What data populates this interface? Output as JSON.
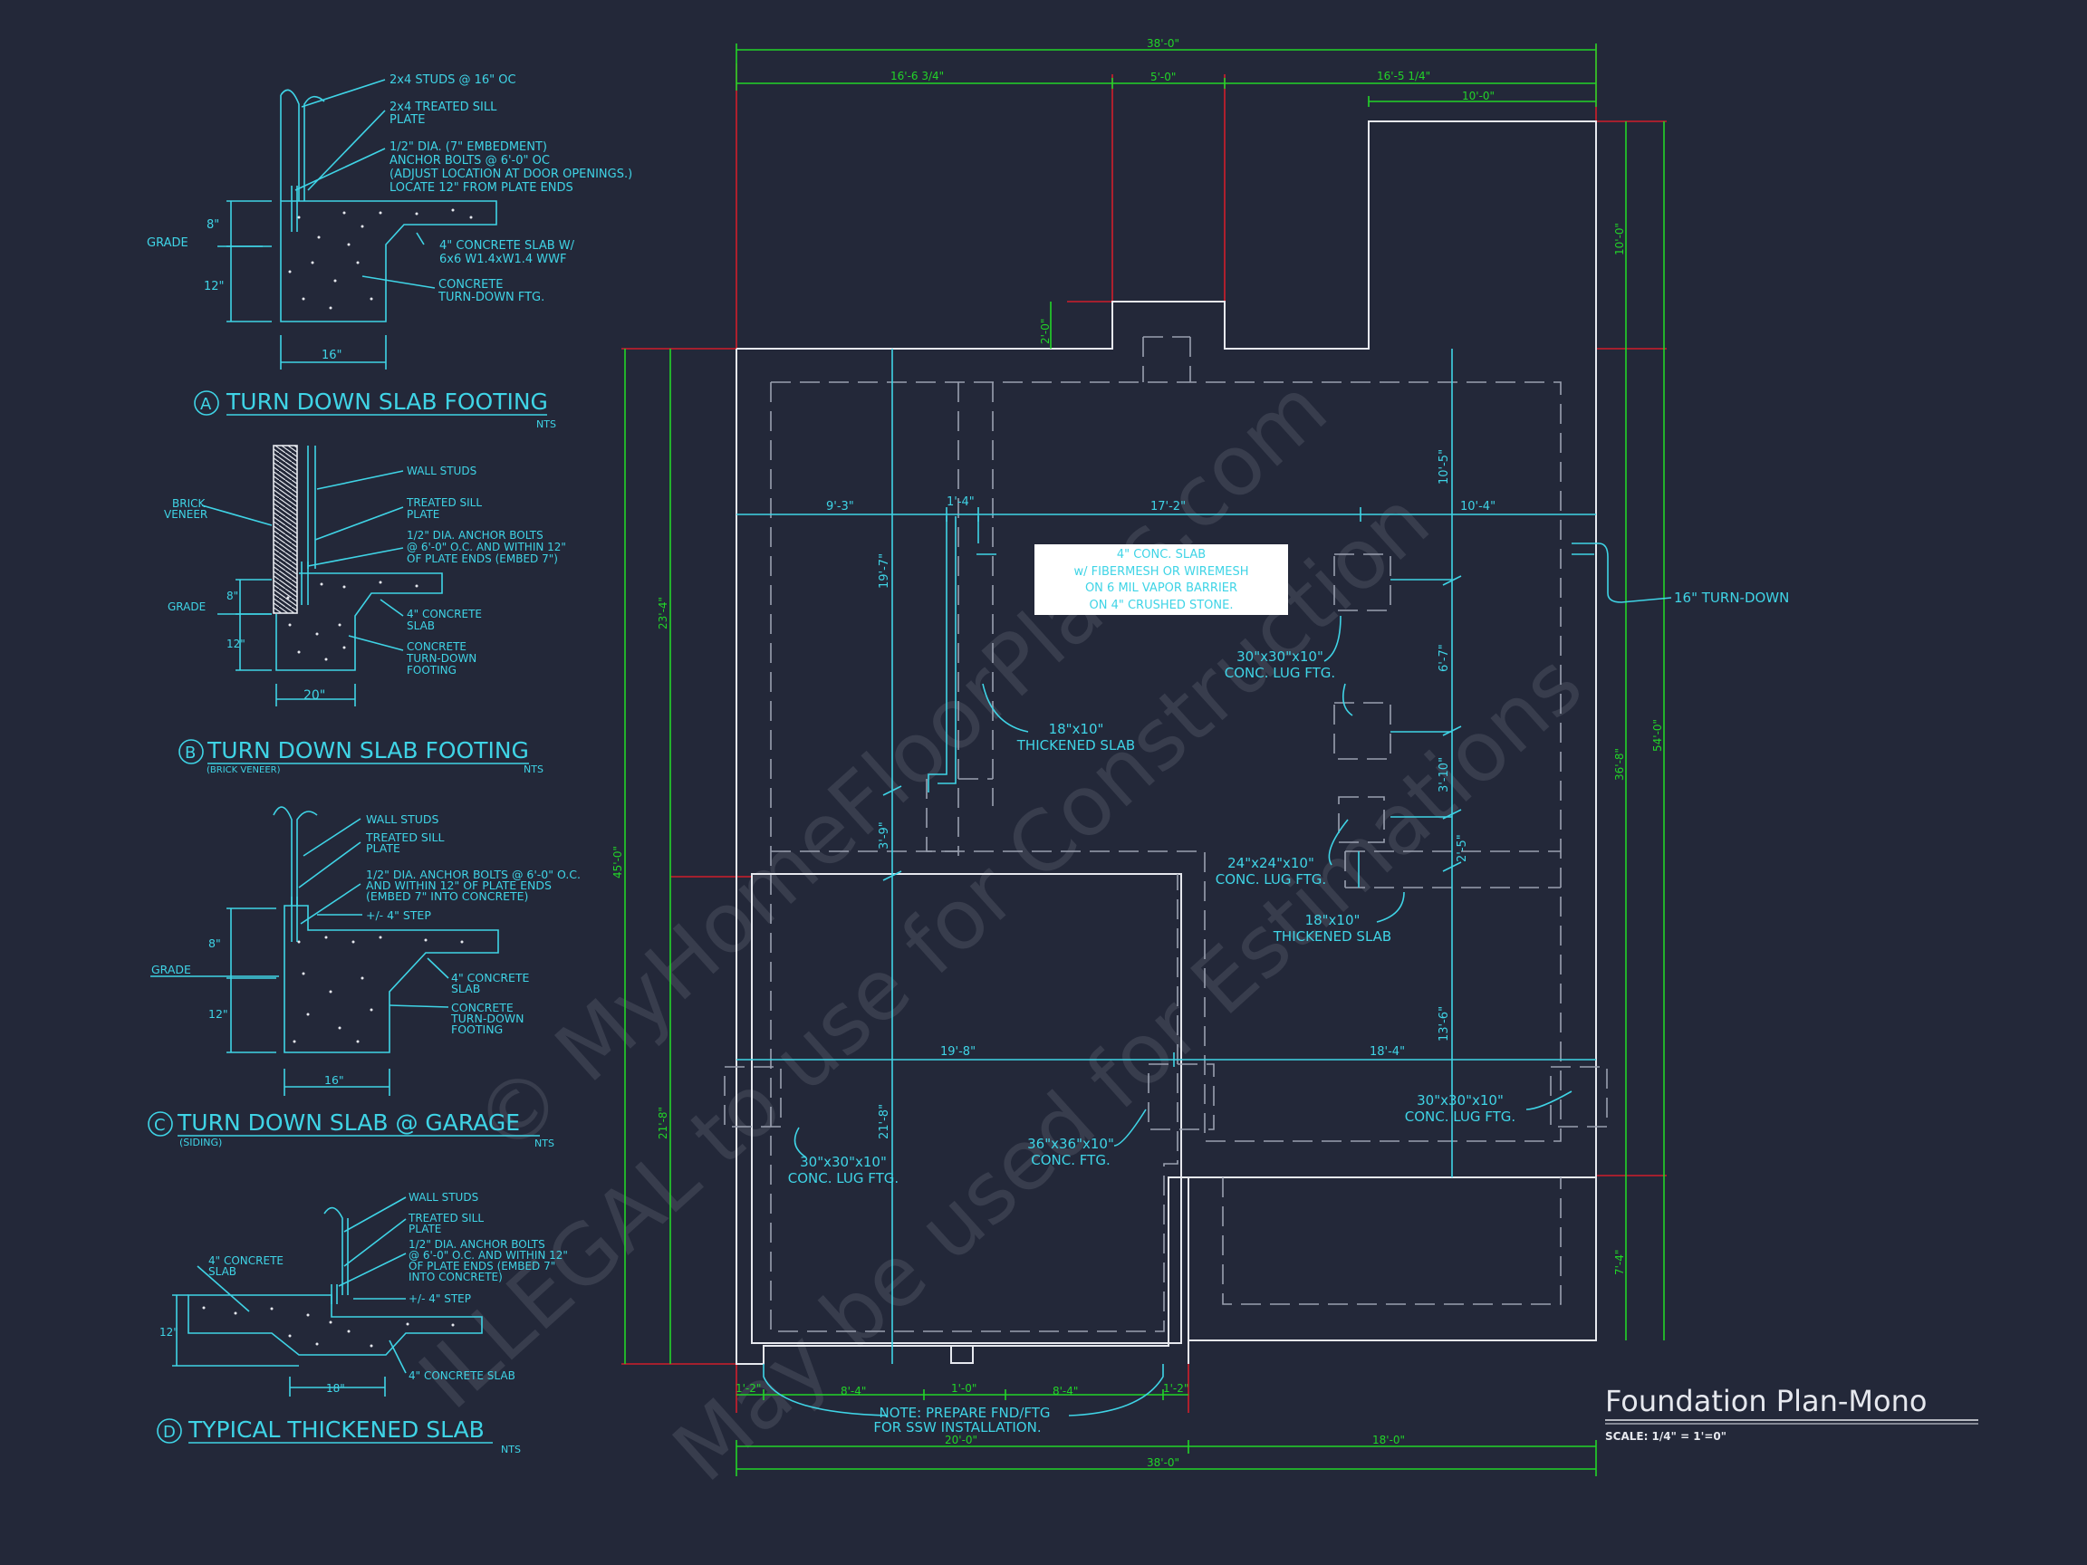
{
  "plan": {
    "title": "Foundation Plan-Mono",
    "scale": "SCALE: 1/4\" = 1'=0\"",
    "slab_note": [
      "4\" CONC. SLAB",
      "w/ FIBERMESH OR WIREMESH",
      "ON 6 MIL VAPOR BARRIER",
      "ON 4\" CRUSHED STONE."
    ],
    "ssw_note": [
      "NOTE: PREPARE FND/FTG",
      "FOR SSW INSTALLATION."
    ],
    "turn_down_label": "16\" TURN-DOWN",
    "thick_slab_1": [
      "18\"x10\"",
      "THICKENED SLAB"
    ],
    "thick_slab_2": [
      "18\"x10\"",
      "THICKENED SLAB"
    ],
    "lug_1": [
      "30\"x30\"x10\"",
      "CONC. LUG FTG."
    ],
    "lug_2": [
      "24\"x24\"x10\"",
      "CONC. LUG FTG."
    ],
    "lug_3": [
      "30\"x30\"x10\"",
      "CONC. LUG FTG."
    ],
    "lug_4": [
      "30\"x30\"x10\"",
      "CONC. LUG FTG."
    ],
    "ftg_36": [
      "36\"x36\"x10\"",
      "CONC. FTG."
    ],
    "dims_green": {
      "top_total": "38'-0\"",
      "top_a": "16'-6 3/4\"",
      "top_b": "5'-0\"",
      "top_c": "16'-5 1/4\"",
      "top_d": "10'-0\"",
      "left_total": "45'-0\"",
      "left_a": "23'-4\"",
      "left_b": "21'-8\"",
      "left_c": "2'-0\"",
      "right_total": "54'-0\"",
      "right_a": "10'-0\"",
      "right_b": "36'-8\"",
      "right_c": "7'-4\"",
      "bot_total": "38'-0\"",
      "bot_a": "20'-0\"",
      "bot_b": "18'-0\"",
      "bot_s1": "1'-2\"",
      "bot_s2": "8'-4\"",
      "bot_s3": "1'-0\"",
      "bot_s4": "8'-4\"",
      "bot_s5": "1'-2\""
    },
    "dims_cyan": {
      "h1": "9'-3\"",
      "h2": "1'-4\"",
      "h3": "17'-2\"",
      "h4": "10'-4\"",
      "h5": "19'-8\"",
      "h6": "18'-4\"",
      "v1": "19'-7\"",
      "v2": "3'-9\"",
      "v3": "21'-8\"",
      "v4": "10'-5\"",
      "v5": "6'-7\"",
      "v6": "3'-10\"",
      "v7": "2'-5\"",
      "v8": "13'-6\""
    }
  },
  "details": {
    "a": {
      "letter": "A",
      "title": "TURN DOWN SLAB FOOTING",
      "nts": "NTS",
      "n1": "2x4 STUDS @ 16\" OC",
      "n2": [
        "2x4 TREATED SILL",
        "PLATE"
      ],
      "n3": [
        "1/2\" DIA. (7\" EMBEDMENT)",
        "ANCHOR BOLTS @ 6'-0\" OC",
        "(ADJUST LOCATION AT DOOR OPENINGS.)",
        "LOCATE 12\" FROM PLATE ENDS"
      ],
      "n4": [
        "4\" CONCRETE SLAB W/",
        "6x6 W1.4xW1.4 WWF"
      ],
      "n5": [
        "CONCRETE",
        "TURN-DOWN FTG."
      ],
      "grade": "GRADE",
      "d8": "8\"",
      "d12": "12\"",
      "d16": "16\""
    },
    "b": {
      "letter": "B",
      "title": "TURN DOWN SLAB FOOTING",
      "sub": "(BRICK VENEER)",
      "nts": "NTS",
      "n1": "WALL STUDS",
      "n2": [
        "TREATED SILL",
        "PLATE"
      ],
      "n3": [
        "1/2\" DIA. ANCHOR BOLTS",
        "@ 6'-0\" O.C. AND WITHIN 12\"",
        "OF PLATE ENDS (EMBED 7\")"
      ],
      "n4": [
        "4\" CONCRETE",
        "SLAB"
      ],
      "n5": [
        "CONCRETE",
        "TURN-DOWN",
        "FOOTING"
      ],
      "brick": [
        "BRICK",
        "VENEER"
      ],
      "grade": "GRADE",
      "d8": "8\"",
      "d12": "12\"",
      "d20": "20\""
    },
    "c": {
      "letter": "C",
      "title": "TURN DOWN SLAB @ GARAGE",
      "sub": "(SIDING)",
      "nts": "NTS",
      "n1": "WALL STUDS",
      "n2": [
        "TREATED SILL",
        "PLATE"
      ],
      "n3": [
        "1/2\" DIA. ANCHOR BOLTS @ 6'-0\" O.C.",
        "AND WITHIN 12\" OF PLATE ENDS",
        "(EMBED 7\" INTO CONCRETE)"
      ],
      "n4": "+/- 4\" STEP",
      "n5": [
        "4\" CONCRETE",
        "SLAB"
      ],
      "n6": [
        "CONCRETE",
        "TURN-DOWN",
        "FOOTING"
      ],
      "grade": "GRADE",
      "d8": "8\"",
      "d12": "12\"",
      "d16": "16\""
    },
    "d": {
      "letter": "D",
      "title": "TYPICAL THICKENED SLAB",
      "nts": "NTS",
      "n1": "WALL STUDS",
      "n2": [
        "TREATED SILL",
        "PLATE"
      ],
      "n3": [
        "1/2\" DIA. ANCHOR BOLTS",
        "@ 6'-0\" O.C. AND WITHIN 12\"",
        "OF PLATE ENDS (EMBED 7\"",
        "INTO CONCRETE)"
      ],
      "n4": "+/- 4\" STEP",
      "n5": "4\" CONCRETE SLAB",
      "n6": [
        "4\" CONCRETE",
        "SLAB"
      ],
      "d12": "12\"",
      "d18": "18\""
    }
  },
  "watermark": [
    "© MyHomeFloorPlans.com",
    "ILLEGAL to use for Construction",
    "May be used for Estimations"
  ],
  "colors": {
    "background": "#232839",
    "cyan": "#3fd4e6",
    "green": "#22d428",
    "red": "#d01e2b",
    "white": "#e6e8ee",
    "dashed": "#9aa0b0"
  }
}
